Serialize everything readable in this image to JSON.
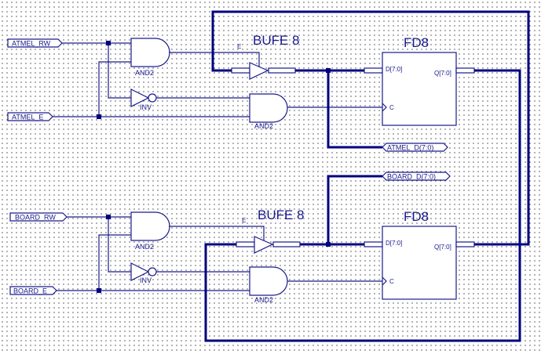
{
  "diagram": {
    "type": "schematic",
    "colors": {
      "wire": "#1a1a8c",
      "bus": "#000080",
      "background": "#ffffff",
      "grid": "#000000"
    },
    "ports": {
      "atmel_rw": "ATMEL_RW",
      "atmel_e": "ATMEL_E",
      "board_rw": "BOARD_RW",
      "board_e": "BOARD_E",
      "atmel_d": "ATMEL_D(7:0)",
      "board_d": "BOARD_D(7:0)"
    },
    "top": {
      "and_a": "AND2",
      "inv": "INV",
      "and_b": "AND2",
      "bufe_title": "BUFE 8",
      "bufe_enable": "E",
      "fd_title": "FD8",
      "fd_d": "D[7:0]",
      "fd_q": "Q[7:0]",
      "fd_c": "C"
    },
    "bottom": {
      "and_a": "AND2",
      "inv": "INV",
      "and_b": "AND2",
      "bufe_title": "BUFE 8",
      "bufe_enable": "E",
      "fd_title": "FD8",
      "fd_d": "D[7:0]",
      "fd_q": "Q[7:0]",
      "fd_c": "C"
    }
  }
}
